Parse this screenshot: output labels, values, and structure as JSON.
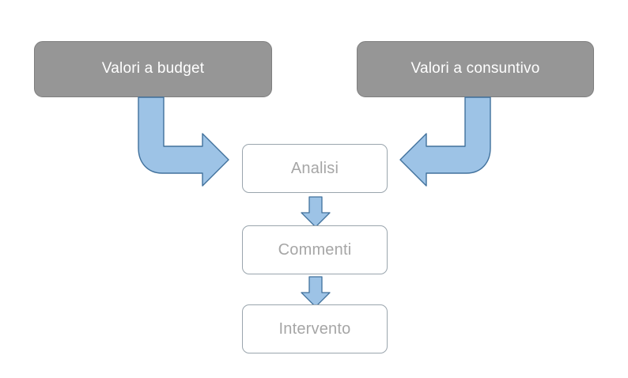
{
  "diagram": {
    "title_visible": false,
    "background_color": "#ffffff",
    "colors": {
      "source_box_fill": "#969696",
      "source_box_border": "#7f7f7f",
      "source_box_text": "#ffffff",
      "process_box_fill": "#ffffff",
      "process_box_border": "#9aa5ad",
      "process_box_text": "#a6a6a6",
      "arrow_fill": "#9dc3e6",
      "arrow_border": "#41719c"
    },
    "sources": [
      {
        "id": "valori-a-budget",
        "label": "Valori a budget"
      },
      {
        "id": "valori-a-consuntivo",
        "label": "Valori a consuntivo"
      }
    ],
    "process_steps": [
      {
        "id": "analisi",
        "label": "Analisi"
      },
      {
        "id": "commenti",
        "label": "Commenti"
      },
      {
        "id": "intervento",
        "label": "Intervento"
      }
    ],
    "connectors": [
      {
        "id": "budget-to-analisi",
        "icon": "elbow-arrow-right-icon",
        "from": "valori-a-budget",
        "to": "analisi",
        "direction": "down-then-right"
      },
      {
        "id": "consuntivo-to-analisi",
        "icon": "elbow-arrow-left-icon",
        "from": "valori-a-consuntivo",
        "to": "analisi",
        "direction": "down-then-left"
      },
      {
        "id": "analisi-to-commenti",
        "icon": "arrow-down-icon",
        "from": "analisi",
        "to": "commenti",
        "direction": "down"
      },
      {
        "id": "commenti-to-intervento",
        "icon": "arrow-down-icon",
        "from": "commenti",
        "to": "intervento",
        "direction": "down"
      }
    ]
  }
}
